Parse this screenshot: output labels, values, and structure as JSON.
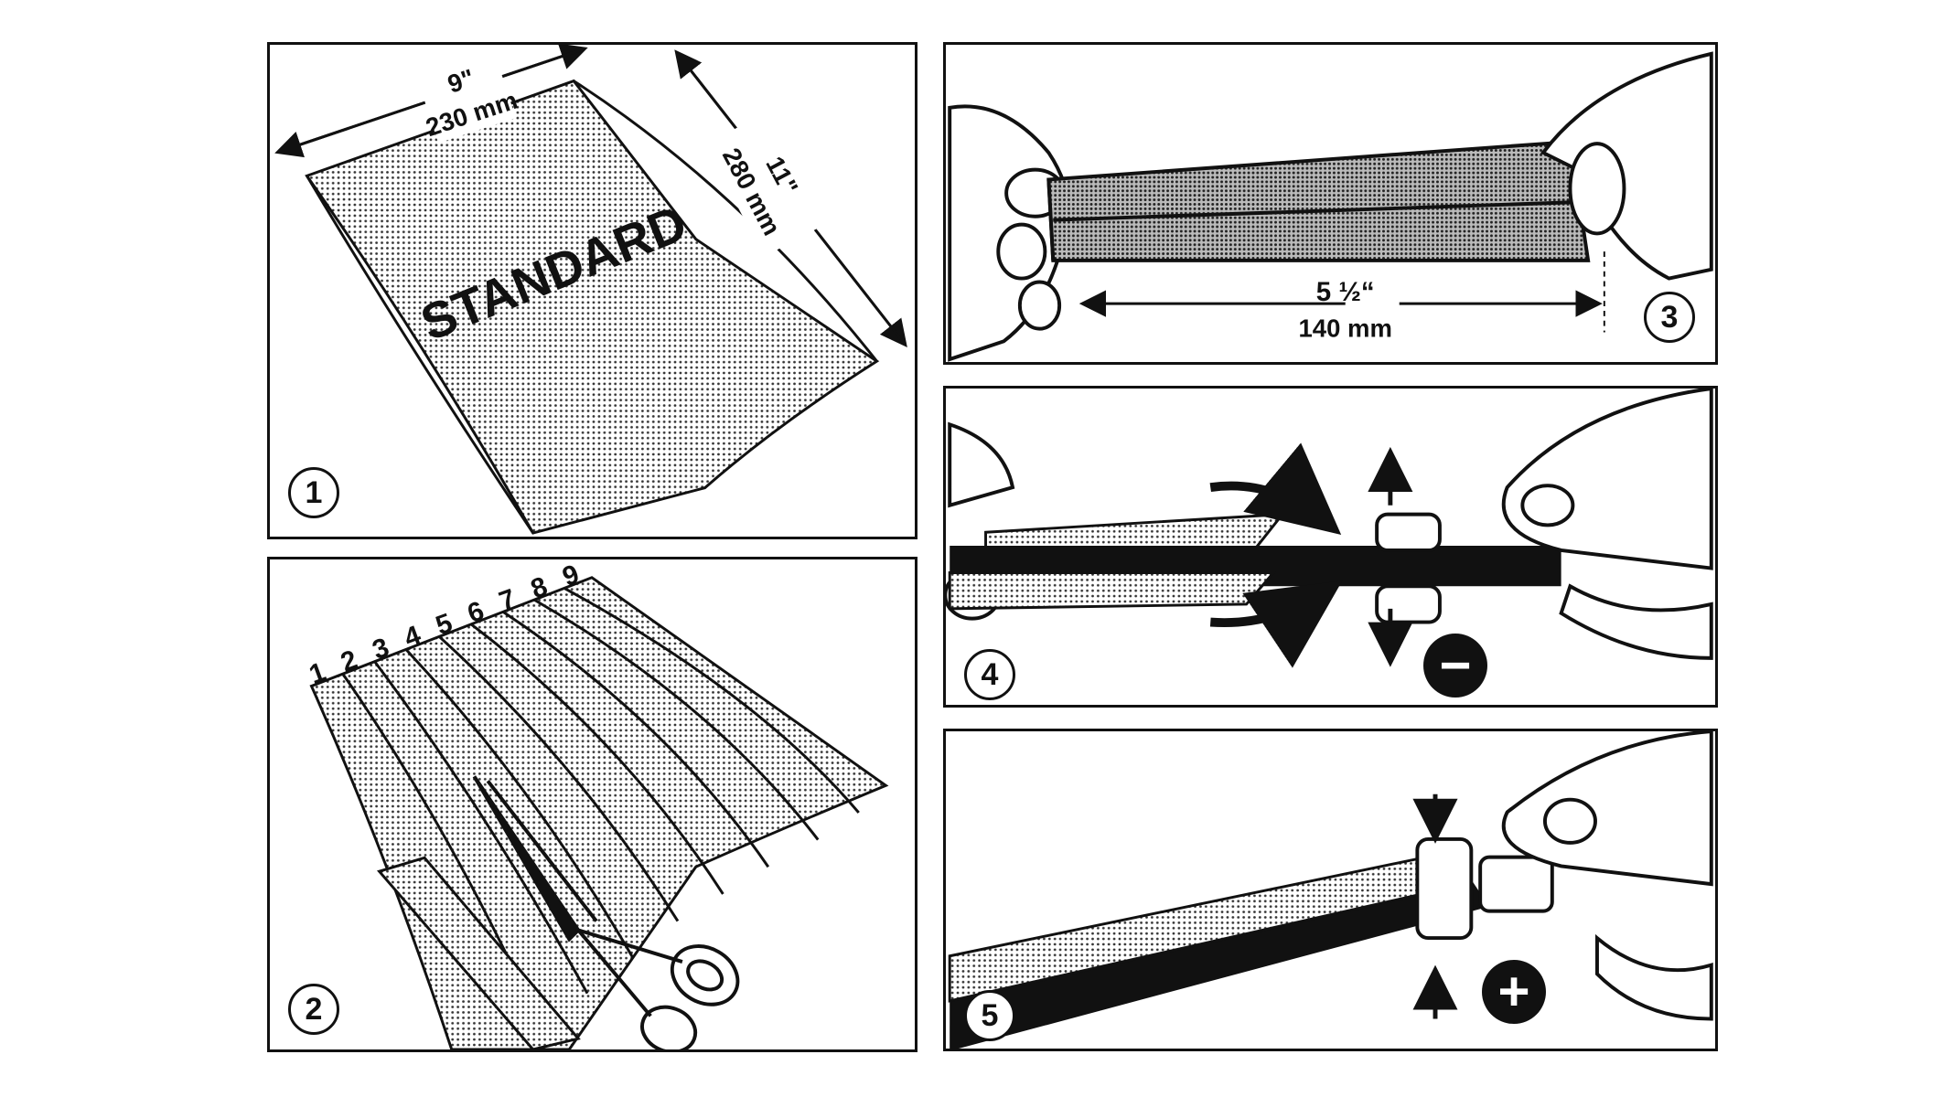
{
  "panels": {
    "p1": {
      "step": "1",
      "width_in": "9\"",
      "width_mm": "230 mm",
      "height_in": "11\"",
      "height_mm": "280 mm",
      "sheet_text": "STANDARD"
    },
    "p2": {
      "step": "2",
      "strips": [
        "1",
        "2",
        "3",
        "4",
        "5",
        "6",
        "7",
        "8",
        "9"
      ]
    },
    "p3": {
      "step": "3",
      "length_in": "5 ½“",
      "length_mm": "140 mm"
    },
    "p4": {
      "step": "4",
      "sign": "−"
    },
    "p5": {
      "step": "5",
      "sign": "+"
    }
  },
  "colors": {
    "ink": "#111111",
    "paper": "#ffffff",
    "dots": "#555555"
  }
}
